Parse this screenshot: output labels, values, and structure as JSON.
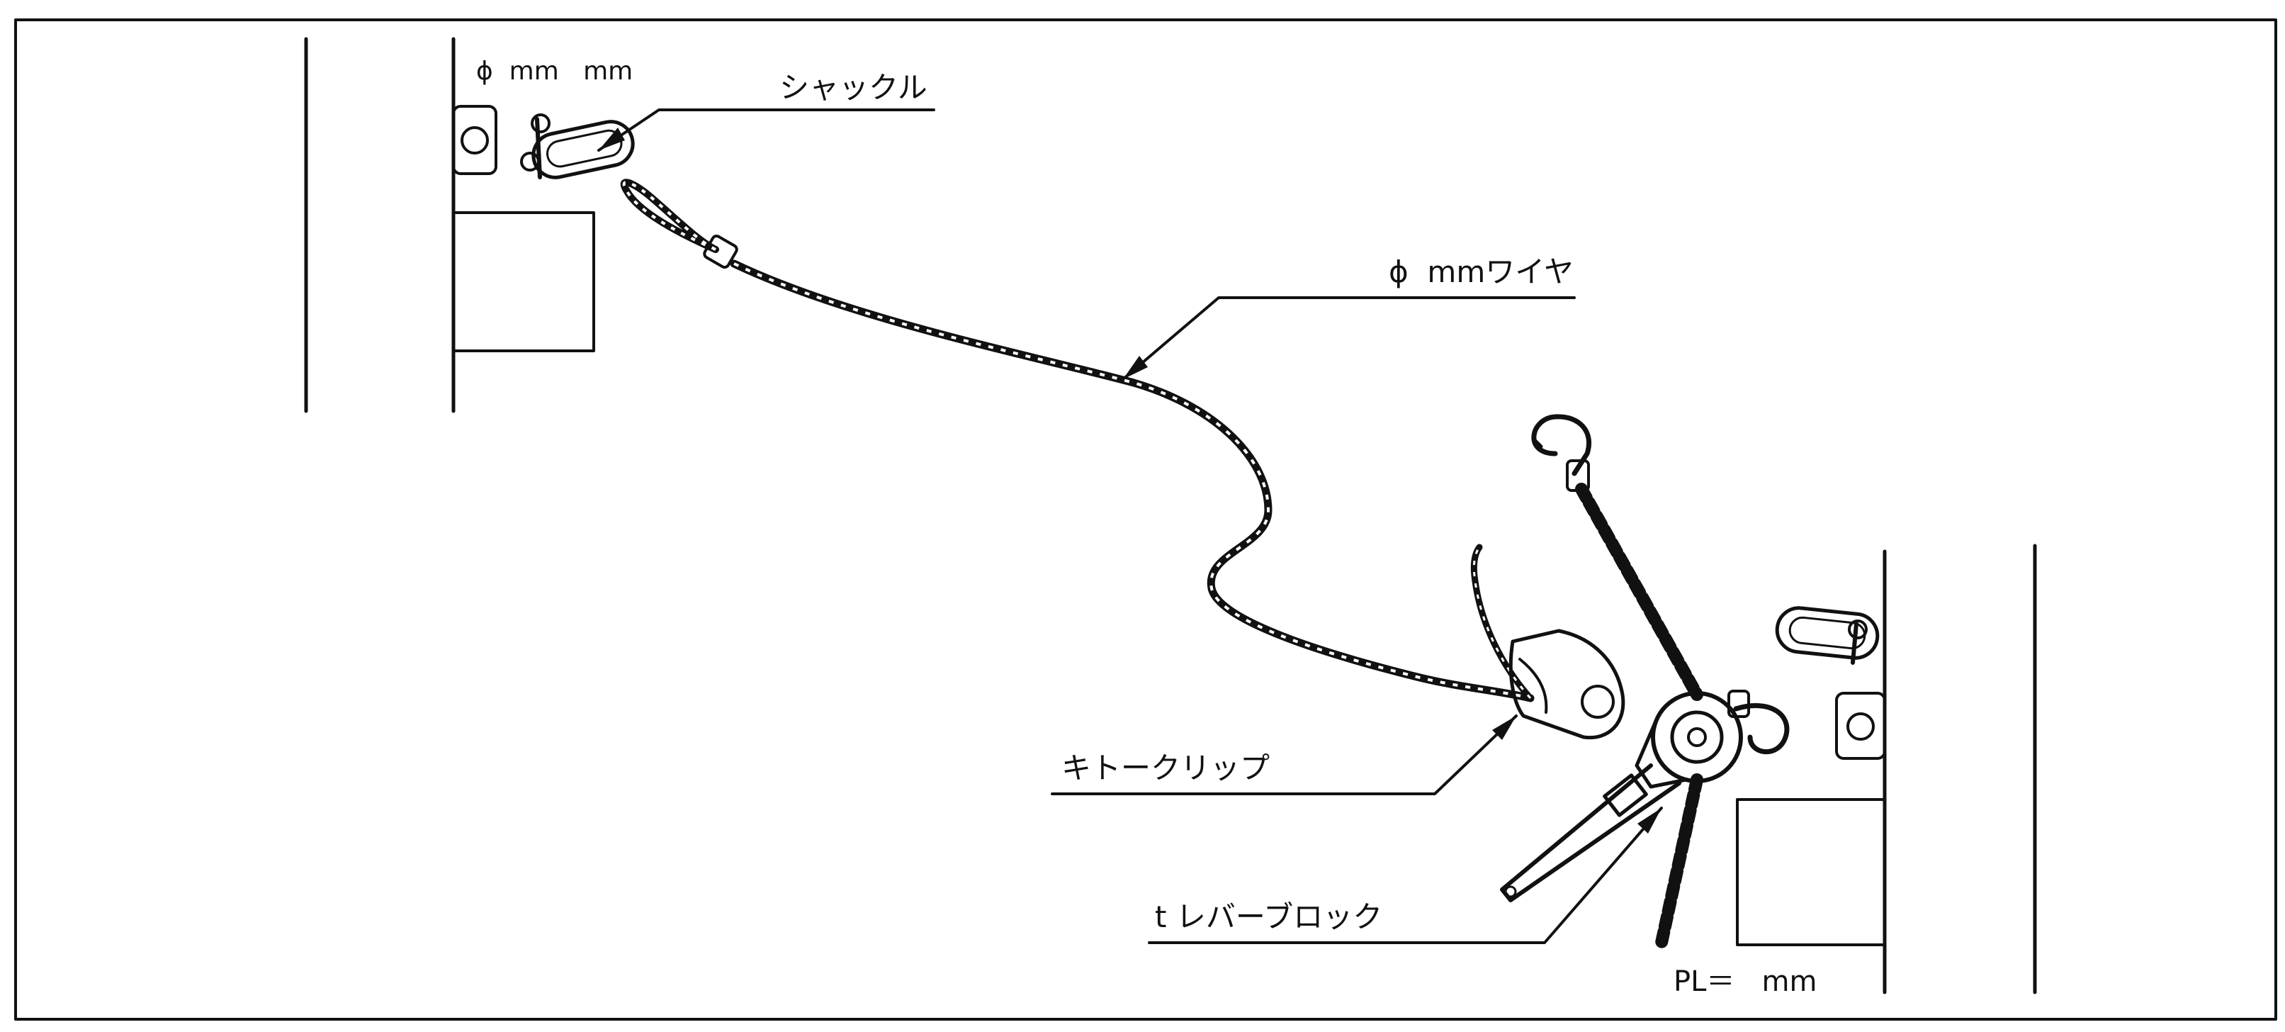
{
  "labels": {
    "phi_mm_mm": "ϕ  mm   mm",
    "shackle": "シャックル",
    "wire": "ϕ  mmワイヤ",
    "clip": "キトークリップ",
    "lever_block": "t レバーブロック",
    "pl": "PL＝   mm"
  },
  "icons": {
    "shackle_left": "shackle-icon",
    "shackle_right": "shackle-icon",
    "wire_rope": "wire-rope-icon",
    "wire_clip": "wire-clip-icon",
    "lever_block": "lever-hoist-icon",
    "hook_top": "hook-icon",
    "hook_right": "hook-icon"
  },
  "colors": {
    "line": "#111111",
    "background": "#ffffff"
  }
}
